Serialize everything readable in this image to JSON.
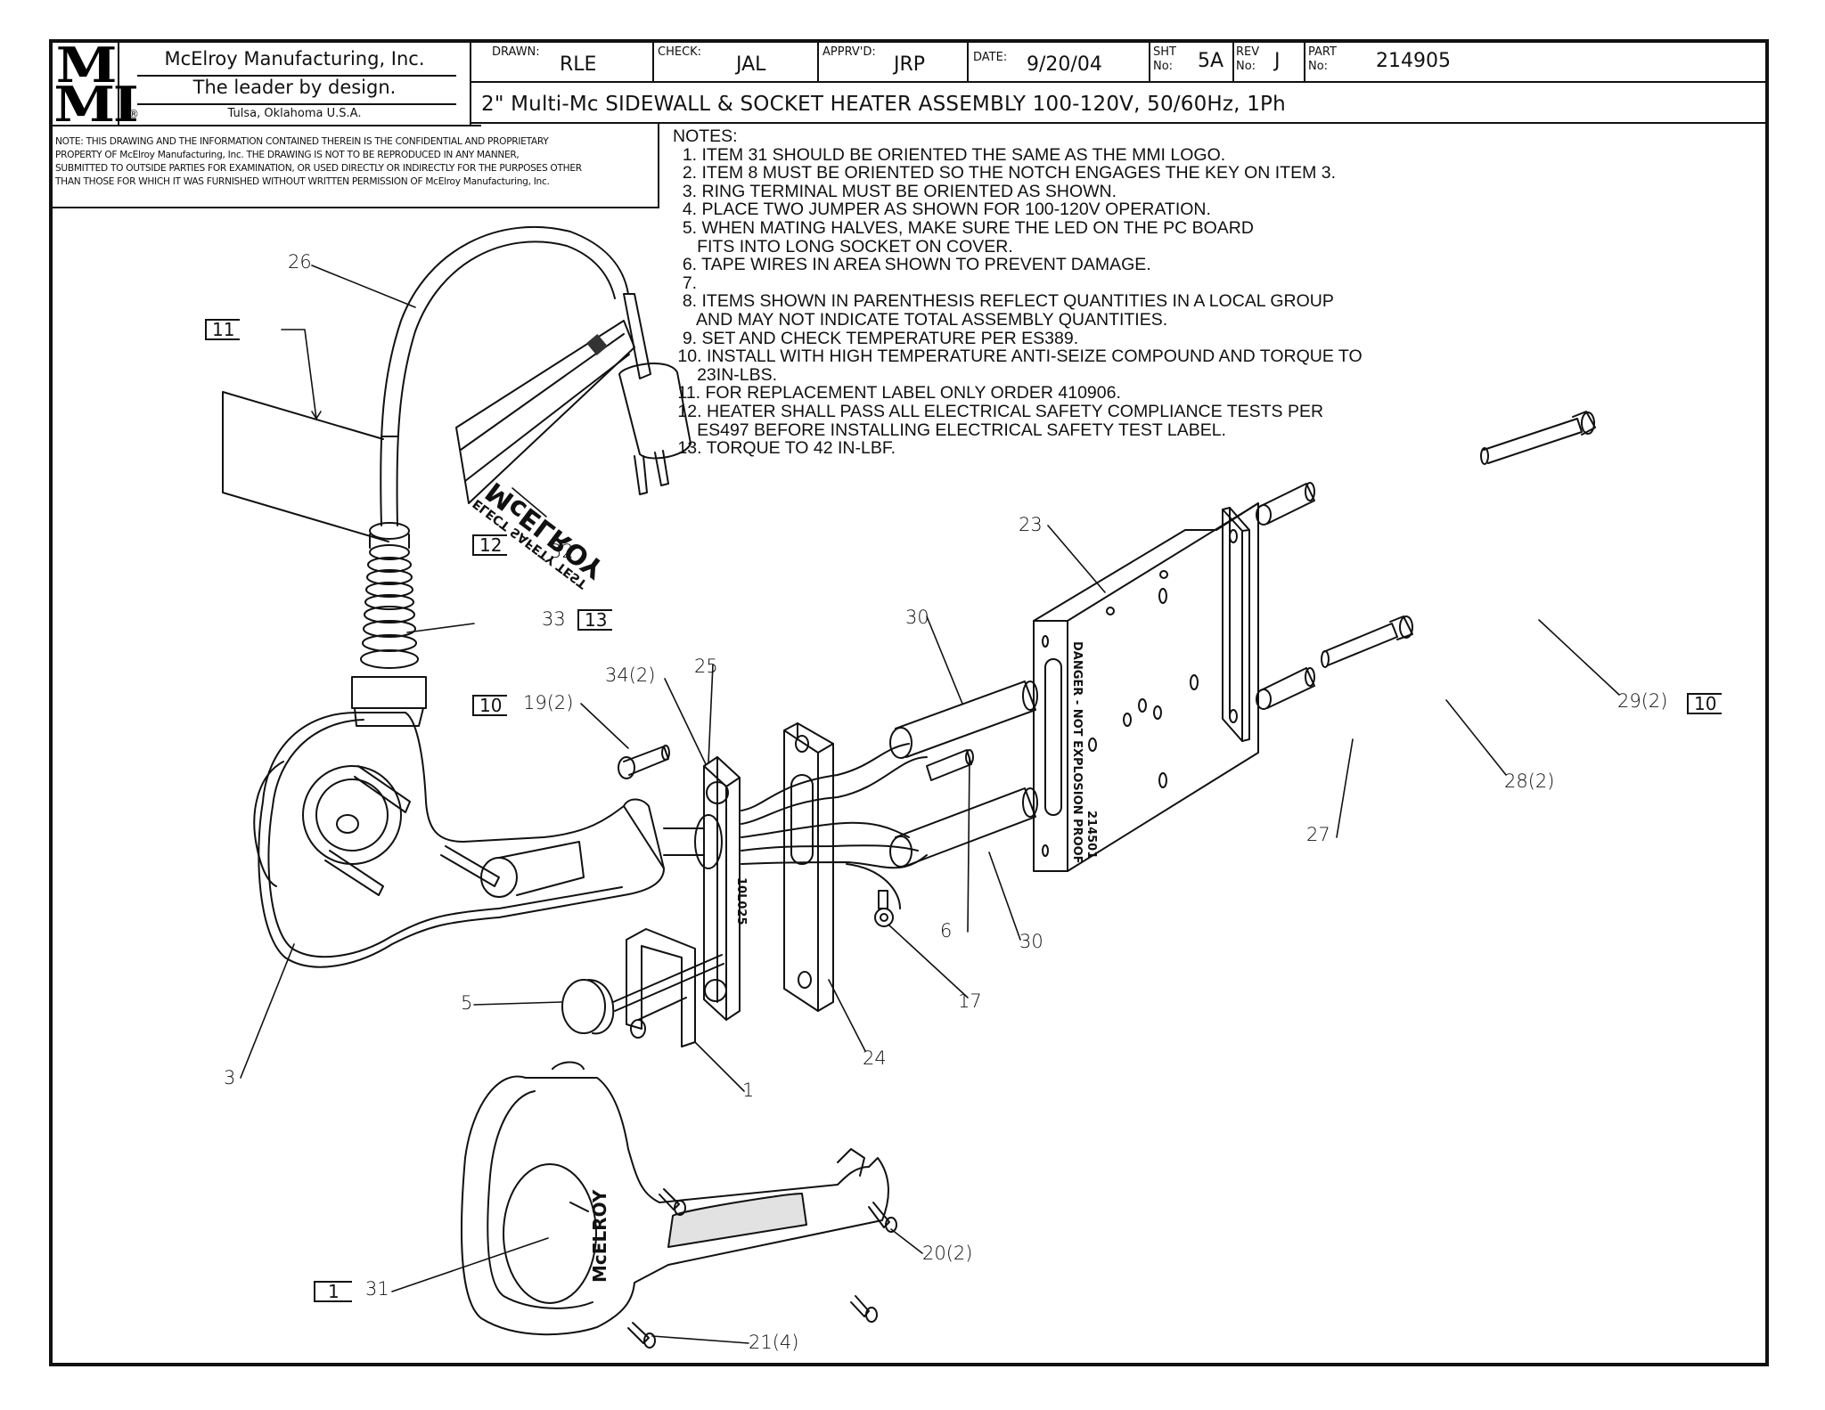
{
  "title_block": {
    "logo_text_top": "M",
    "logo_text_bottom": "MI",
    "company_name": "McElroy Manufacturing, Inc.",
    "tagline": "The leader by design.",
    "location": "Tulsa, Oklahoma U.S.A.",
    "registered_mark": "®",
    "drawn_label": "DRAWN:",
    "drawn_value": "RLE",
    "check_label": "CHECK:",
    "check_value": "JAL",
    "approved_label": "APPRV'D:",
    "approved_value": "JRP",
    "date_label": "DATE:",
    "date_value": "9/20/04",
    "sheet_label_1": "SHT",
    "sheet_label_2": "No:",
    "sheet_value": "5A",
    "rev_label_1": "REV",
    "rev_label_2": "No:",
    "rev_value": "J",
    "part_label_1": "PART",
    "part_label_2": "No:",
    "part_value": "214905",
    "drawing_title": "2\" Multi-Mc SIDEWALL & SOCKET HEATER ASSEMBLY 100-120V, 50/60Hz, 1Ph"
  },
  "disclaimer": [
    "NOTE: THIS DRAWING AND THE INFORMATION CONTAINED THEREIN IS THE CONFIDENTIAL AND PROPRIETARY",
    "PROPERTY OF McElroy Manufacturing, Inc. THE DRAWING IS NOT TO BE REPRODUCED IN ANY MANNER,",
    "SUBMITTED TO OUTSIDE PARTIES FOR EXAMINATION, OR USED DIRECTLY OR INDIRECTLY FOR THE PURPOSES OTHER",
    "THAN THOSE FOR WHICH IT WAS FURNISHED WITHOUT WRITTEN PERMISSION OF McElroy Manufacturing, Inc."
  ],
  "notes": {
    "header": "NOTES:",
    "lines": [
      "  1. ITEM 31 SHOULD BE ORIENTED THE SAME AS THE MMI LOGO.",
      "  2. ITEM 8 MUST BE ORIENTED SO THE NOTCH ENGAGES THE KEY ON ITEM 3.",
      "  3. RING TERMINAL MUST BE ORIENTED AS SHOWN.",
      "  4. PLACE TWO JUMPER AS SHOWN FOR 100-120V OPERATION.",
      "  5. WHEN MATING HALVES, MAKE SURE THE LED ON THE PC BOARD",
      "     FITS INTO LONG SOCKET ON COVER.",
      "  6. TAPE WIRES IN AREA SHOWN TO PREVENT DAMAGE.",
      "  7.",
      "  8. ITEMS SHOWN IN PARENTHESIS REFLECT QUANTITIES IN A LOCAL GROUP",
      "     AND MAY NOT INDICATE TOTAL ASSEMBLY QUANTITIES.",
      "  9. SET AND CHECK TEMPERATURE PER ES389.",
      " 10. INSTALL WITH HIGH TEMPERATURE ANTI-SEIZE COMPOUND AND TORQUE TO",
      "     23IN-LBS.",
      " 11. FOR REPLACEMENT LABEL ONLY ORDER 410906.",
      " 12. HEATER SHALL PASS ALL ELECTRICAL SAFETY COMPLIANCE TESTS PER",
      "     ES497 BEFORE INSTALLING ELECTRICAL SAFETY TEST LABEL.",
      " 13. TORQUE TO 42 IN-LBF."
    ]
  },
  "callouts": {
    "c26": "26",
    "c32": "32",
    "c33": "33",
    "c34": "34(2)",
    "c25": "25",
    "c19": "19(2)",
    "c30a": "30",
    "c30b": "30",
    "c6": "6",
    "c17": "17",
    "c23": "23",
    "c27": "27",
    "c28": "28(2)",
    "c29": "29(2)",
    "c24": "24",
    "c1": "1",
    "c5": "5",
    "c3": "3",
    "c31": "31",
    "c20": "20(2)",
    "c21": "21(4)"
  },
  "note_flags": {
    "f11": "11",
    "f12": "12",
    "f13": "13",
    "f10a": "10",
    "f10b": "10",
    "f1": "1"
  },
  "part_markings": {
    "label_brand": "McELROY",
    "label_text": "ELECT SAFETY TEST",
    "heater_warning": "DANGER - NOT EXPLOSION PROOF",
    "heater_part": "214501",
    "cover_brand": "McELROY",
    "plate_marking": "10L025"
  }
}
